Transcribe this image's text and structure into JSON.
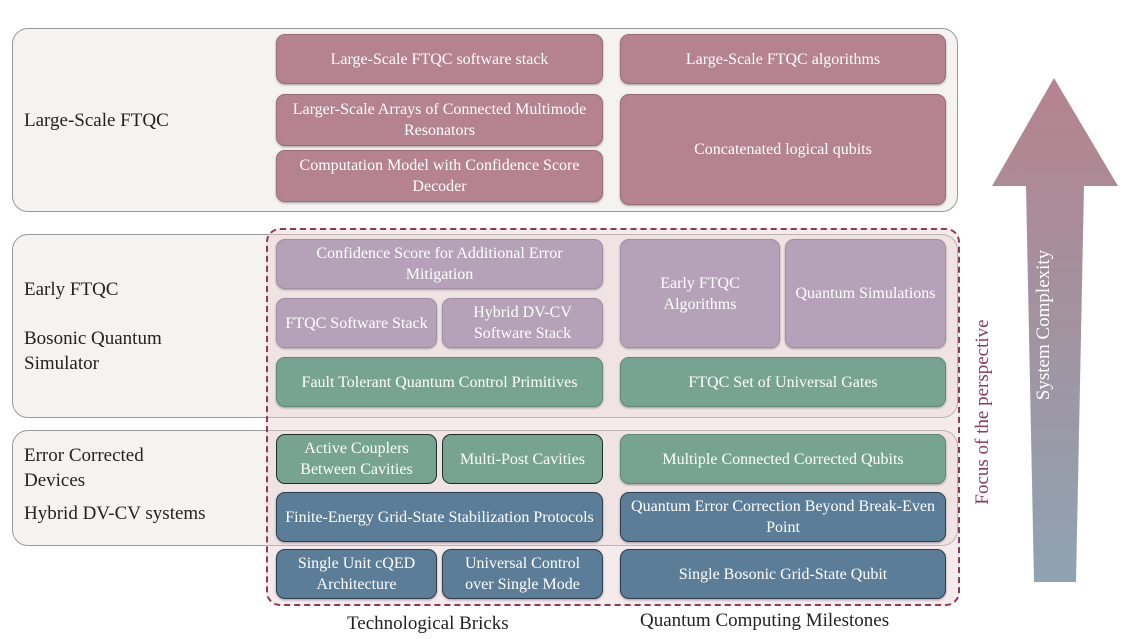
{
  "levels": {
    "large_scale_ftqc": "Large-Scale FTQC",
    "early_ftqc": "Early FTQC",
    "bosonic_simulator_line1": "Bosonic Quantum",
    "bosonic_simulator_line2": "Simulator",
    "error_corrected_line1": "Error Corrected",
    "error_corrected_line2": "Devices",
    "hybrid_dv_cv": "Hybrid DV-CV systems"
  },
  "bricks": {
    "ls_software_stack": "Large-Scale FTQC software stack",
    "larger_arrays": "Larger-Scale Arrays of Connected Multimode Resonators",
    "computation_model": "Computation Model with Confidence Score Decoder",
    "confidence_score": "Confidence Score for Additional Error Mitigation",
    "ftqc_software_stack": "FTQC Software Stack",
    "hybrid_software_stack": "Hybrid DV-CV Software Stack",
    "fault_tolerant_primitives": "Fault Tolerant Quantum Control Primitives",
    "active_couplers": "Active Couplers Between Cavities",
    "multi_post": "Multi-Post Cavities",
    "grid_state_stabilization": "Finite-Energy Grid-State Stabilization Protocols",
    "single_unit_cqed": "Single Unit cQED Architecture",
    "universal_control": "Universal Control over Single Mode"
  },
  "milestones": {
    "ls_algorithms": "Large-Scale FTQC algorithms",
    "concatenated": "Concatenated logical qubits",
    "early_algorithms": "Early FTQC Algorithms",
    "quantum_simulations": "Quantum Simulations",
    "universal_gates": "FTQC Set of Universal Gates",
    "multiple_connected": "Multiple Connected Corrected Qubits",
    "qec_break_even": "Quantum Error Correction Beyond Break-Even Point",
    "single_grid_qubit": "Single Bosonic Grid-State Qubit"
  },
  "focus_label": "Focus of the perspective",
  "arrow_label": "System Complexity",
  "columns": {
    "bricks": "Technological Bricks",
    "milestones": "Quantum Computing Milestones"
  },
  "colors": {
    "large_scale": "#b5838f",
    "early": "#b5a2b8",
    "control": "#77a392",
    "foundation": "#5c7d97",
    "focus_border": "#8a3b58"
  }
}
